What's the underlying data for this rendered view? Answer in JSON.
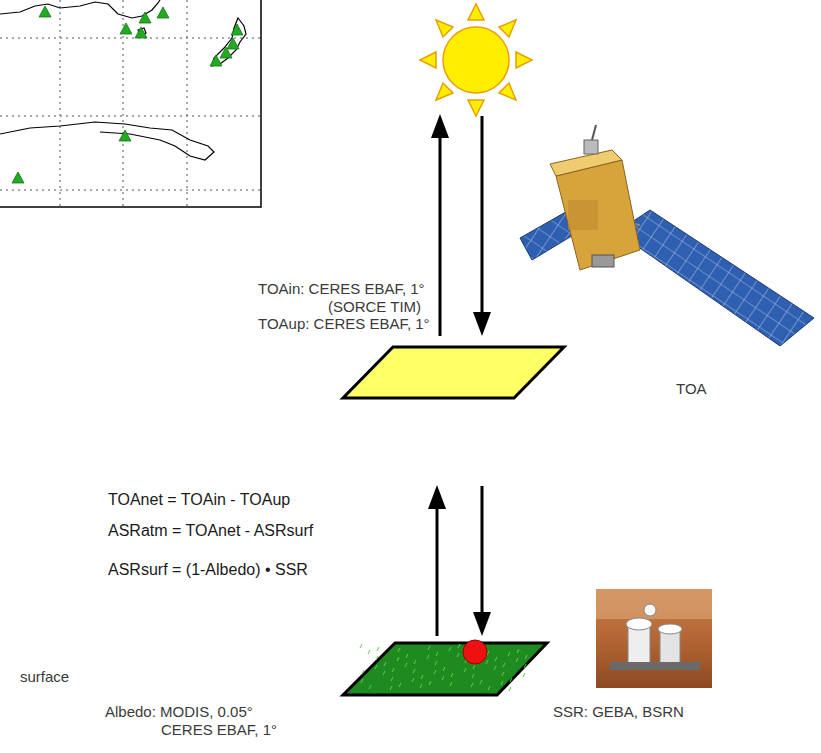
{
  "diagram": {
    "nodes": [
      {
        "text": [
          "TOA",
          "TOAnet = TOAin - TOAup",
          "ASRatm = TOAnet - ASRsurf",
          "ASRsurf = (1-Albedo) • SSR"
        ]
      },
      {
        "text": [
          "surface"
        ]
      }
    ],
    "labels": [
      "TOAin: CERES EBAF, 1° (SORCE TIM)",
      "TOAup: CERES EBAF, 1°",
      "Albedo: MODIS, 0.05° CERES EBAF, 1°",
      "SSR: GEBA, BSRN"
    ]
  }
}
